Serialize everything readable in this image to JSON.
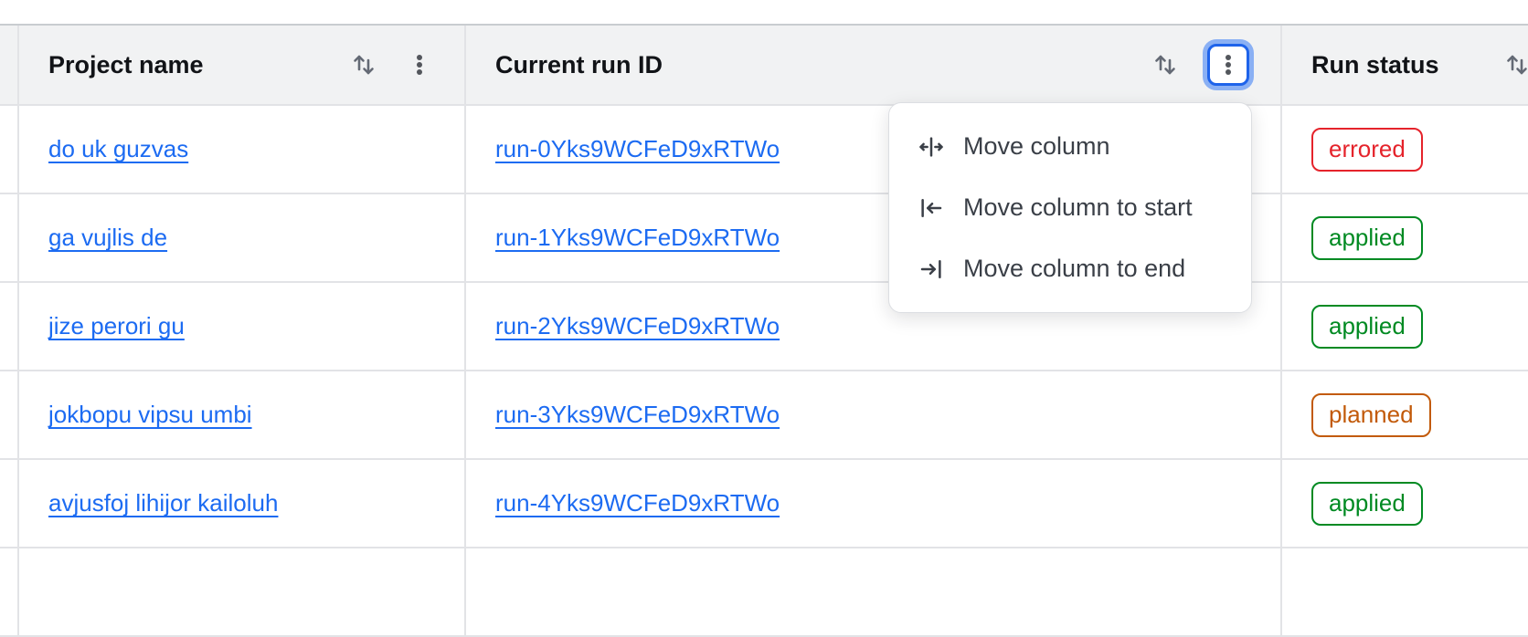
{
  "table": {
    "columns": [
      {
        "label": "Project name",
        "icons": [
          "sort-icon",
          "kebab-icon"
        ]
      },
      {
        "label": "Current run ID",
        "icons": [
          "sort-icon",
          "kebab-icon"
        ],
        "kebab_focused": true
      },
      {
        "label": "Run status",
        "icons": [
          "sort-icon"
        ]
      }
    ],
    "rows": [
      {
        "project": "do uk guzvas",
        "run_id": "run-0Yks9WCFeD9xRTWo",
        "status": "errored"
      },
      {
        "project": "ga vujlis de",
        "run_id": "run-1Yks9WCFeD9xRTWo",
        "status": "applied"
      },
      {
        "project": "jize perori gu",
        "run_id": "run-2Yks9WCFeD9xRTWo",
        "status": "applied"
      },
      {
        "project": "jokbopu vipsu umbi",
        "run_id": "run-3Yks9WCFeD9xRTWo",
        "status": "planned"
      },
      {
        "project": "avjusfoj lihijor kailoluh",
        "run_id": "run-4Yks9WCFeD9xRTWo",
        "status": "applied"
      }
    ]
  },
  "menu": {
    "items": [
      {
        "label": "Move column",
        "icon": "move-column-icon"
      },
      {
        "label": "Move column to start",
        "icon": "move-column-start-icon"
      },
      {
        "label": "Move column to end",
        "icon": "move-column-end-icon"
      }
    ]
  },
  "colors": {
    "link_blue": "#1c6bf2",
    "status_errored": "#e5232b",
    "status_applied": "#008a22",
    "status_planned": "#c25a0a",
    "focus_ring_border": "#1e63ea",
    "focus_ring_glow": "#8ab0f4",
    "header_bg": "#f1f2f3",
    "icon_gray": "#646a75"
  }
}
